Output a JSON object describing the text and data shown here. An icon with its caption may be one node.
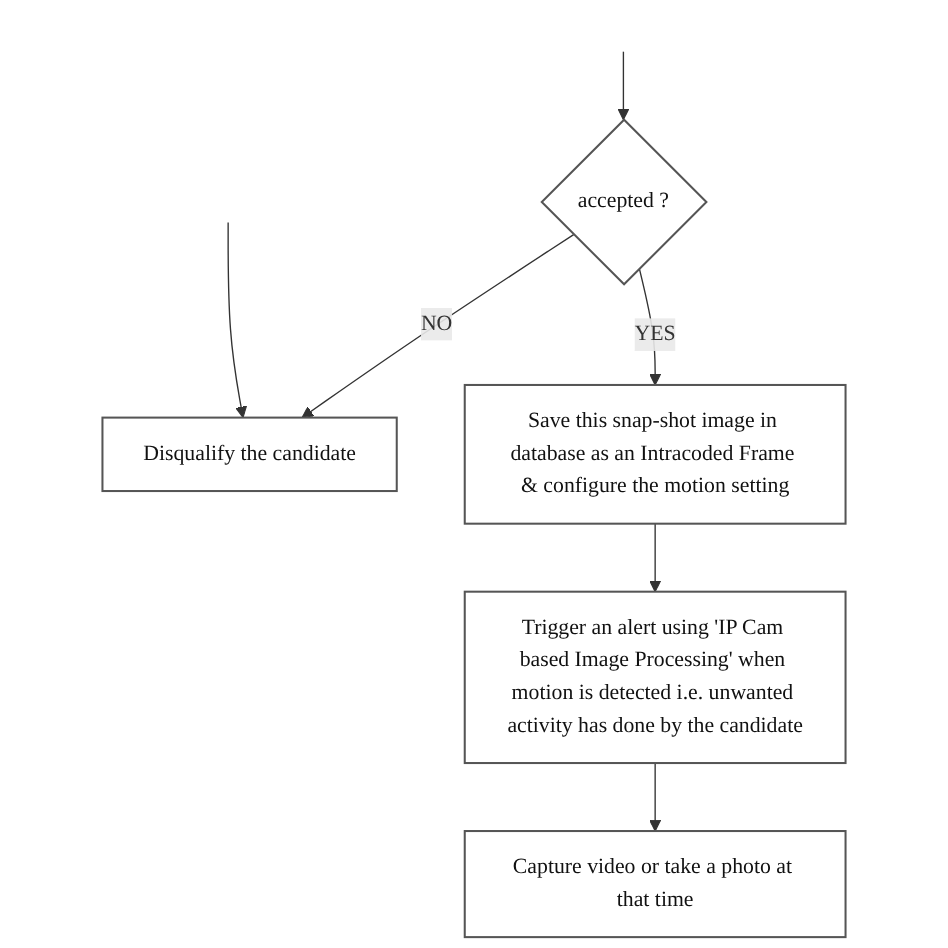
{
  "diagram": {
    "nodes": [
      {
        "text": [
          "accepted ?"
        ]
      },
      {
        "text": [
          "Disqualify the candidate"
        ]
      },
      {
        "text": [
          "Save this snap-shot image in database as an Intracoded Frame & configure the motion setting"
        ]
      },
      {
        "text": [
          "Trigger an alert using 'IP Cam based Image Processing' when motion is detected i.e. unwanted activity has done by the candidate"
        ]
      },
      {
        "text": [
          "Capture video or take a photo at that time"
        ]
      }
    ],
    "edges": [
      {
        "from": null,
        "to": 0,
        "arrow": "to"
      },
      {
        "from": 0,
        "to": 1,
        "arrow": "to",
        "label": "NO"
      },
      {
        "from": 0,
        "to": 2,
        "arrow": "to",
        "label": "YES"
      },
      {
        "from": 2,
        "to": 3,
        "arrow": "to"
      },
      {
        "from": 3,
        "to": 4,
        "arrow": "to"
      },
      {
        "from": null,
        "to": 1,
        "arrow": "to"
      }
    ]
  }
}
